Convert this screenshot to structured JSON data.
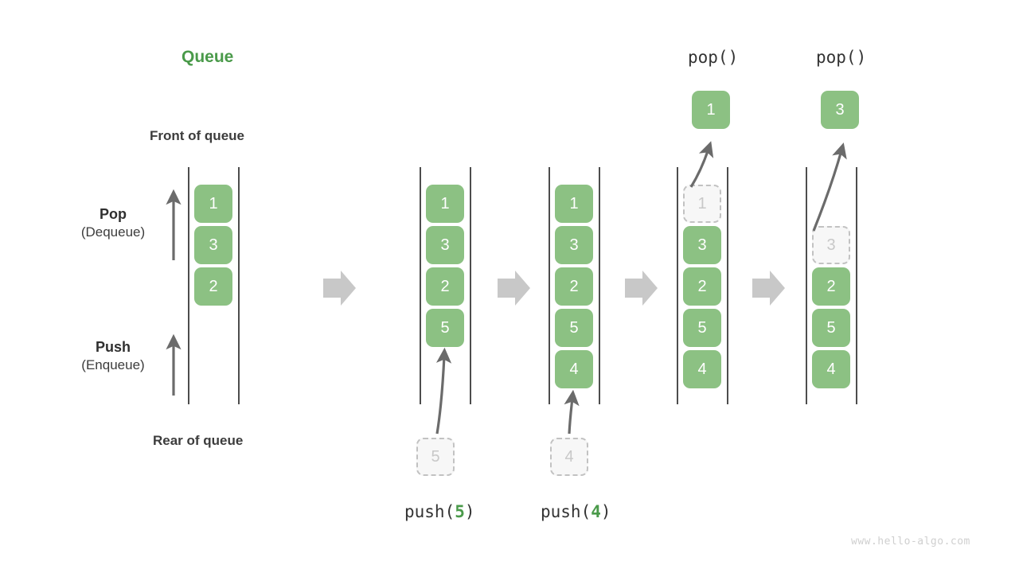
{
  "title": "Queue",
  "labels": {
    "front_of_queue": "Front of queue",
    "rear_of_queue": "Rear of queue",
    "pop_main": "Pop",
    "pop_sub": "(Dequeue)",
    "push_main": "Push",
    "push_sub": "(Enqueue)"
  },
  "watermark": "www.hello-algo.com",
  "colors": {
    "accent_green": "#4a9a4a",
    "cell_green": "#8cc183",
    "ghost_border": "#c2c2c2",
    "ghost_fill": "#f7f7f7",
    "ghost_text": "#c8c8c8",
    "rail": "#4d4d4d",
    "arrow_gray": "#6b6b6b",
    "step_arrow": "#c8c8c8",
    "text": "#3c3c3c",
    "watermark": "#cfcfcf"
  },
  "steps": [
    {
      "id": "initial",
      "caption": "",
      "caption_parts": null,
      "top_label": "",
      "cells": [
        "1",
        "3",
        "2"
      ],
      "ghost_index": -1,
      "incoming": null,
      "outgoing": null
    },
    {
      "id": "push-5",
      "caption": "push(5)",
      "caption_parts": {
        "fn": "push(",
        "arg": "5",
        "close": ")"
      },
      "top_label": "",
      "cells": [
        "1",
        "3",
        "2",
        "5"
      ],
      "ghost_index": -1,
      "incoming": "5",
      "outgoing": null
    },
    {
      "id": "push-4",
      "caption": "push(4)",
      "caption_parts": {
        "fn": "push(",
        "arg": "4",
        "close": ")"
      },
      "top_label": "",
      "cells": [
        "1",
        "3",
        "2",
        "5",
        "4"
      ],
      "ghost_index": -1,
      "incoming": "4",
      "outgoing": null
    },
    {
      "id": "pop-1",
      "caption": "",
      "caption_parts": null,
      "top_label": "pop()",
      "cells": [
        "1",
        "3",
        "2",
        "5",
        "4"
      ],
      "ghost_index": 0,
      "incoming": null,
      "outgoing": "1"
    },
    {
      "id": "pop-3",
      "caption": "",
      "caption_parts": null,
      "top_label": "pop()",
      "cells": [
        "3",
        "2",
        "5",
        "4"
      ],
      "ghost_index": 0,
      "incoming": null,
      "outgoing": "3"
    }
  ],
  "step_arrows": [
    "step-arrow-1",
    "step-arrow-2",
    "step-arrow-3",
    "step-arrow-4"
  ]
}
